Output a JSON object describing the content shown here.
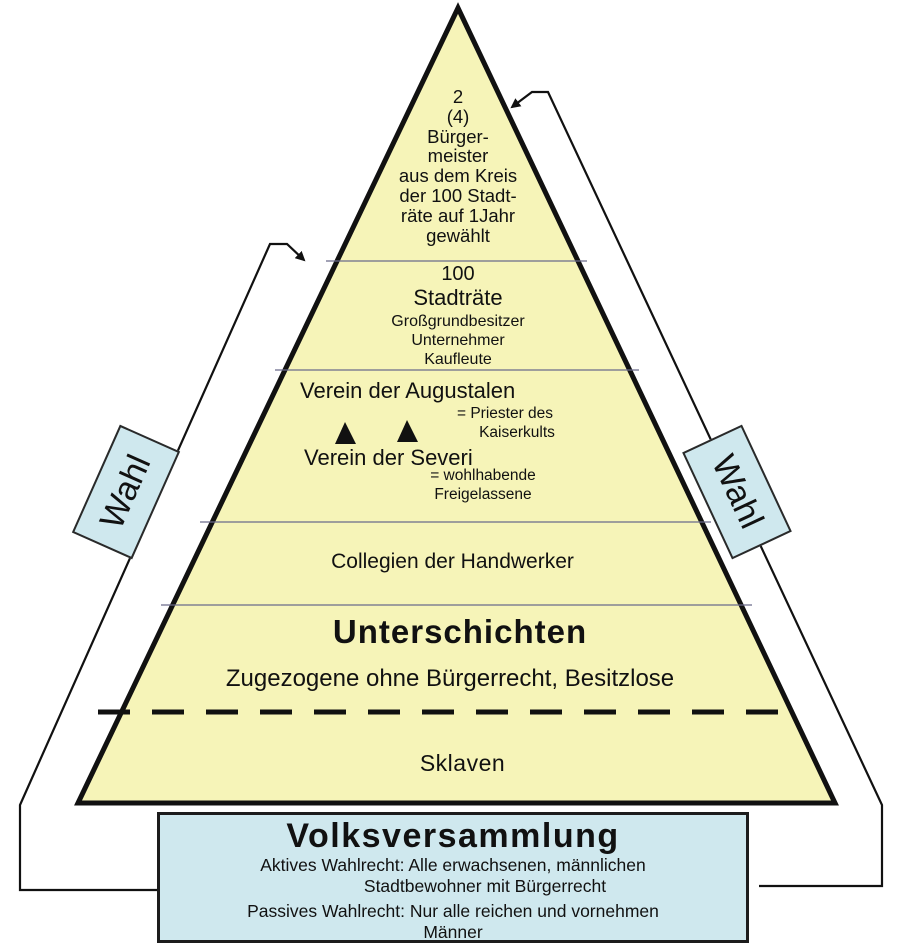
{
  "pyramid": {
    "fill_color": "#f6f4b8",
    "outline_color": "#111111",
    "tiers": {
      "buergermeister": {
        "lines": [
          "2",
          "(4)",
          "Bürger-",
          "meister",
          "aus dem Kreis",
          "der 100 Stadt-",
          "räte auf 1Jahr",
          "gewählt"
        ]
      },
      "stadtraete": {
        "count": "100",
        "title": "Stadträte",
        "lines": [
          "Großgrundbesitzer",
          "Unternehmer",
          "Kaufleute"
        ]
      },
      "vereine": {
        "augustalen_title": "Verein der Augustalen",
        "augustalen_desc": [
          "= Priester des",
          "Kaiserkults"
        ],
        "severi_title": "Verein der Severi",
        "severi_desc": [
          "= wohlhabende",
          "Freigelassene"
        ]
      },
      "collegien": {
        "title": "Collegien der Handwerker"
      },
      "unterschichten": {
        "title": "Unterschichten",
        "subtitle": "Zugezogene ohne Bürgerrecht, Besitzlose"
      },
      "sklaven": {
        "title": "Sklaven"
      }
    }
  },
  "wahl": {
    "left_label": "Wahl",
    "right_label": "Wahl",
    "box_color": "#cfe8ee"
  },
  "volksversammlung": {
    "title": "Volksversammlung",
    "aktiv": [
      "Aktives Wahlrecht: Alle erwachsenen, männlichen",
      "Stadtbewohner mit Bürgerrecht"
    ],
    "passiv": [
      "Passives Wahlrecht: Nur alle reichen und vornehmen",
      "Männer"
    ],
    "box_color": "#cfe8ee"
  }
}
